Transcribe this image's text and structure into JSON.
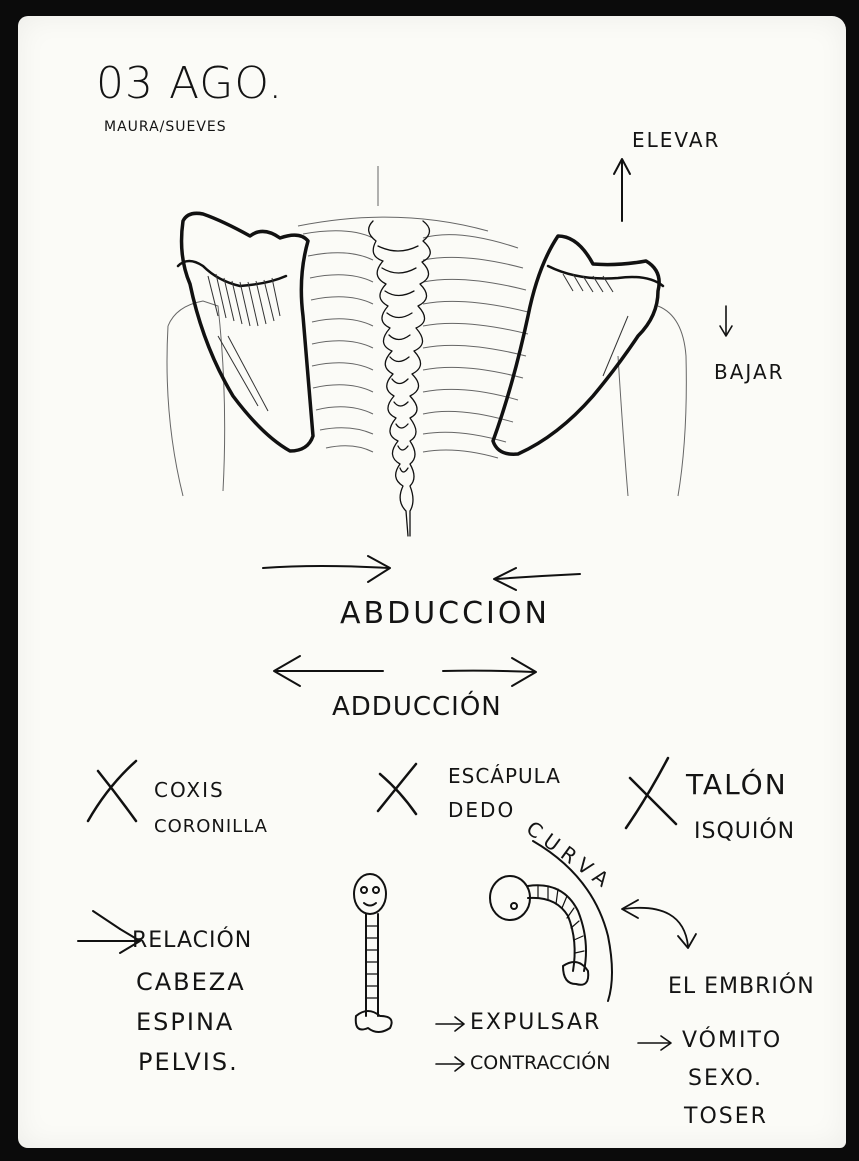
{
  "header": {
    "date": "03 AGO.",
    "subtitle": "MAURA/SUEVES"
  },
  "movements": {
    "elevate": "ELEVAR",
    "lower": "BAJAR",
    "abduction": "ABDUCCION",
    "adduction": "ADDUCCIÓN"
  },
  "crosses": [
    {
      "line1": "COXIS",
      "line2": "CORONILLA"
    },
    {
      "line1": "ESCÁPULA",
      "line2": "DEDO"
    },
    {
      "line1": "TALÓN",
      "line2": "ISQUIÓN"
    }
  ],
  "relation": {
    "title": "RELACIÓN",
    "items": [
      "CABEZA",
      "ESPINA",
      "PELVIS."
    ]
  },
  "curve": {
    "label": "CURVA",
    "embryo": "EL EMBRIÓN"
  },
  "actions": {
    "expel": "EXPULSAR",
    "contraction": "CONTRACCIÓN",
    "results": [
      "VÓMITO",
      "SEXO.",
      "TOSER"
    ]
  }
}
